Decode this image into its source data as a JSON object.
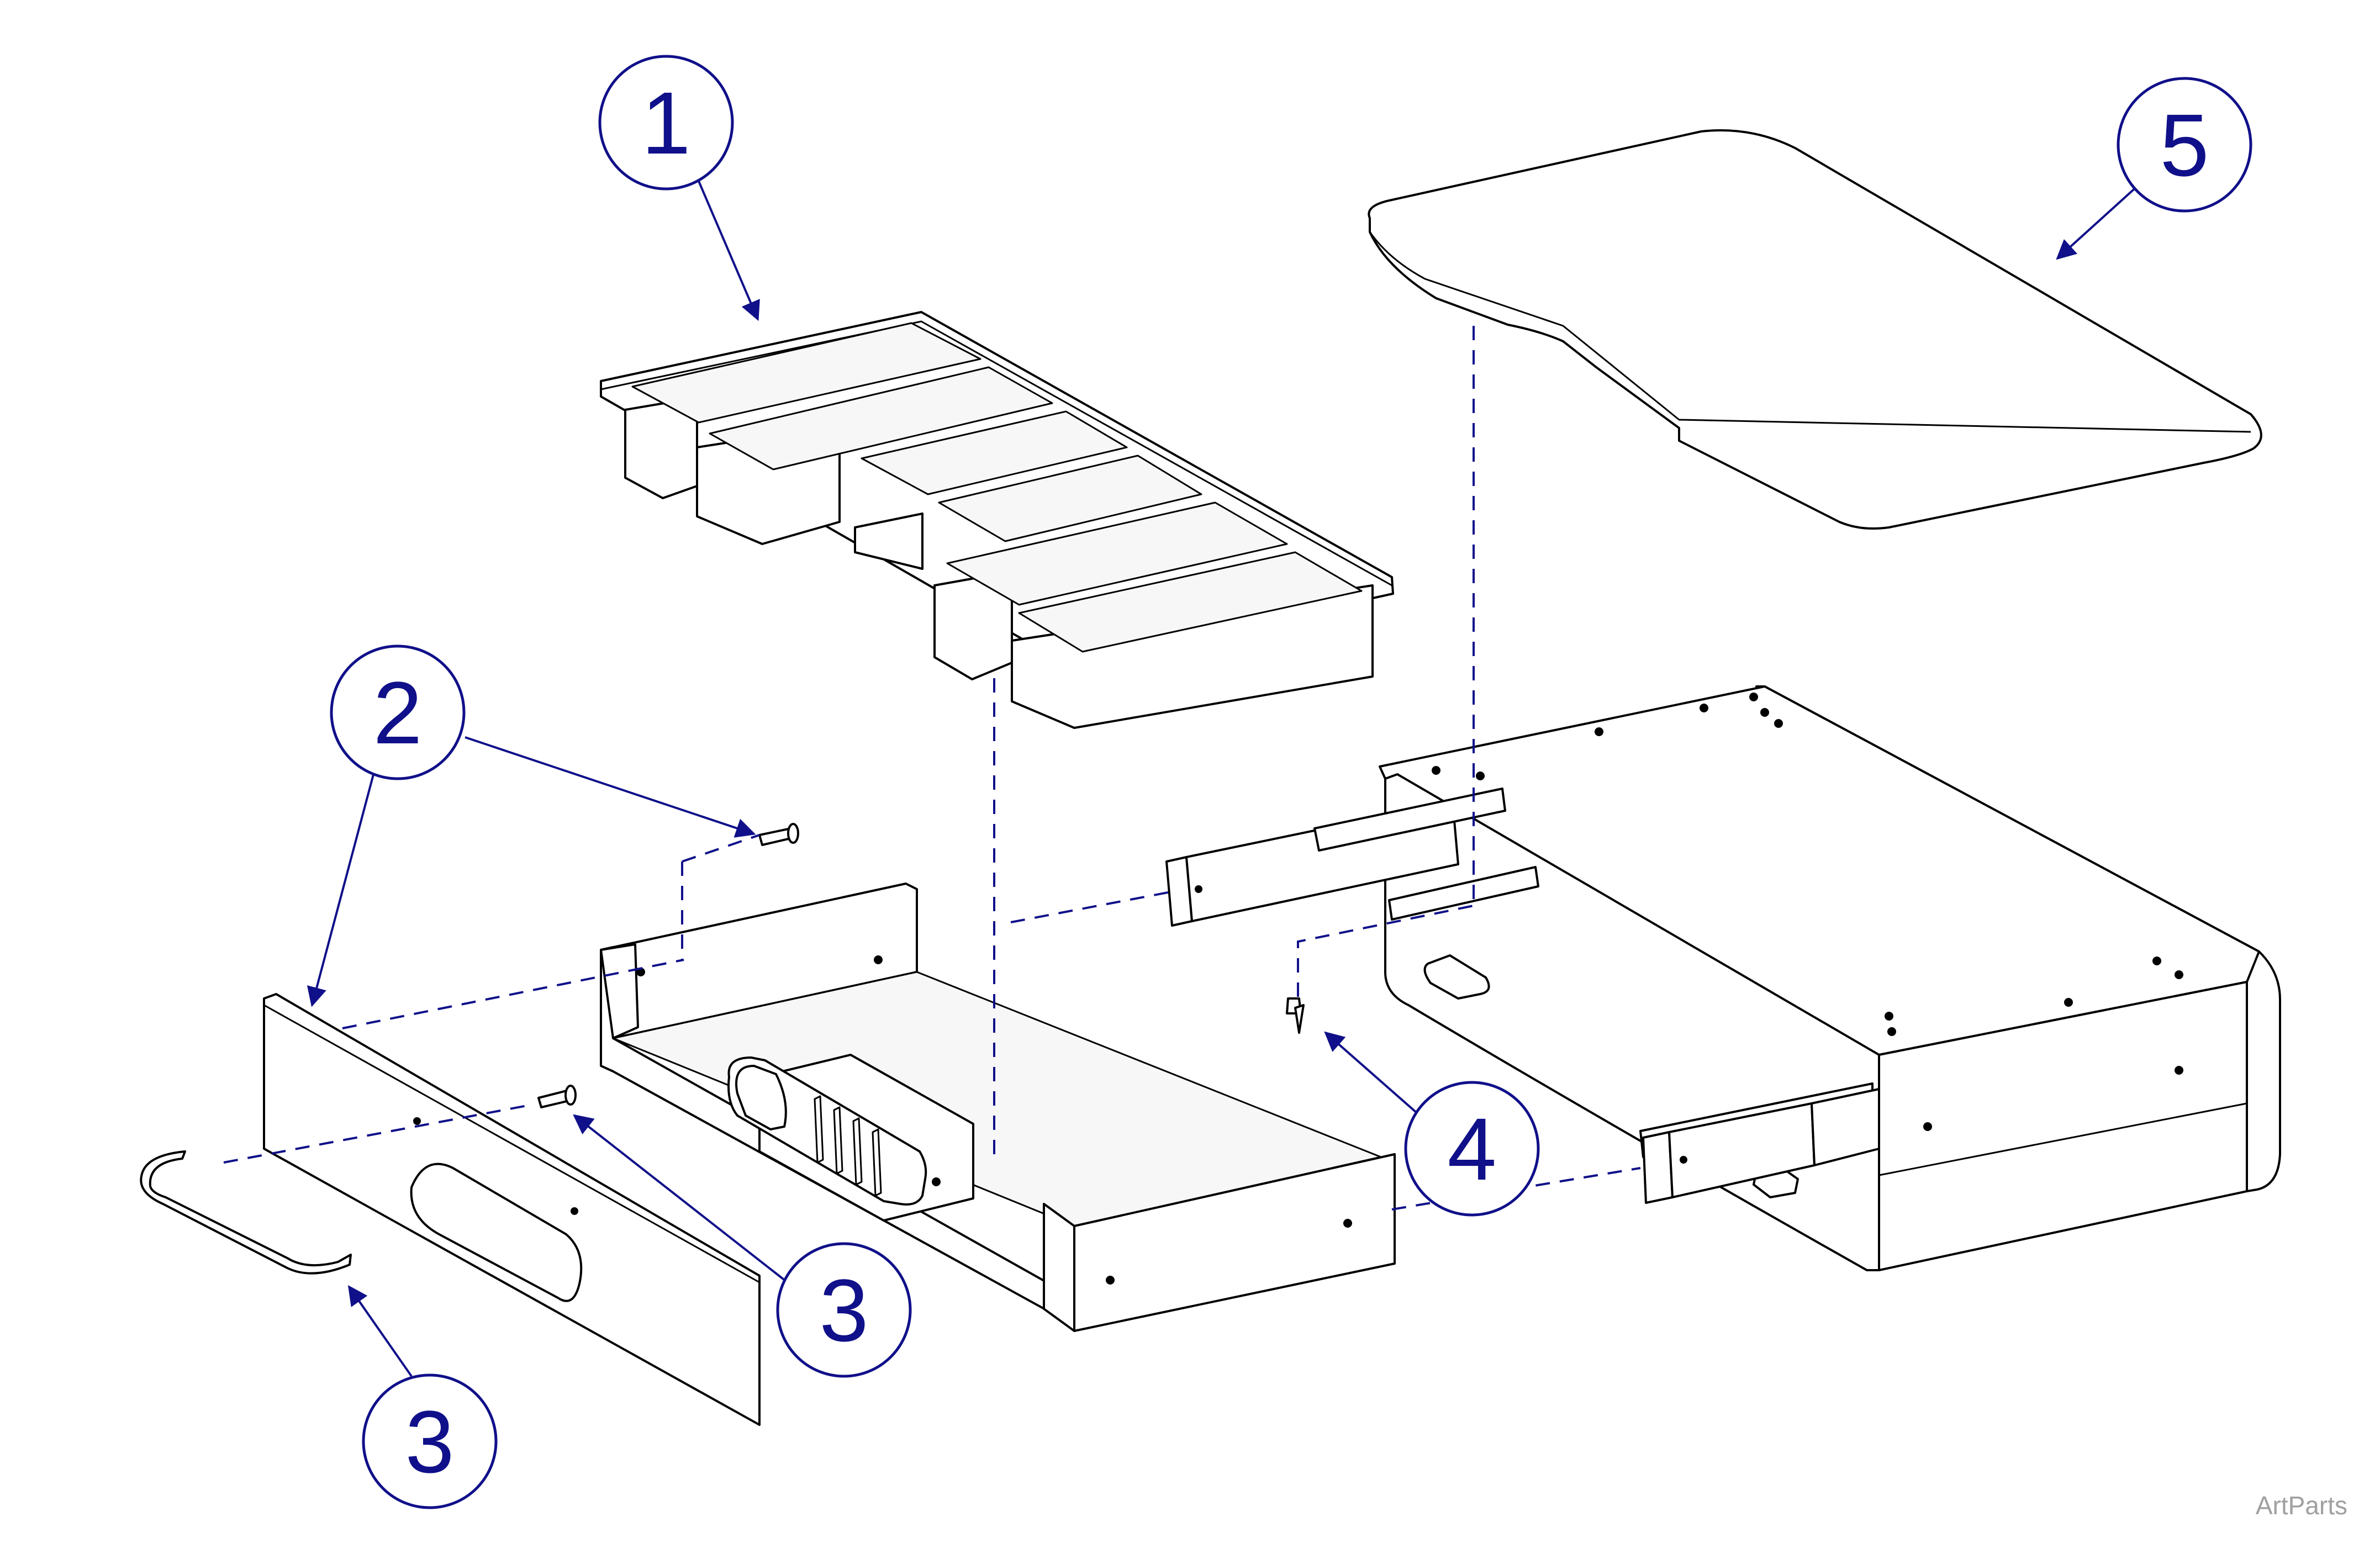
{
  "callouts": [
    {
      "id": "c1",
      "label": "1"
    },
    {
      "id": "c2",
      "label": "2"
    },
    {
      "id": "c3a",
      "label": "3"
    },
    {
      "id": "c3b",
      "label": "3"
    },
    {
      "id": "c4",
      "label": "4"
    },
    {
      "id": "c5",
      "label": "5"
    }
  ],
  "watermark": "ArtParts",
  "colors": {
    "callout": "#10108a",
    "linework": "#000000",
    "watermark": "#a0a0a0"
  }
}
